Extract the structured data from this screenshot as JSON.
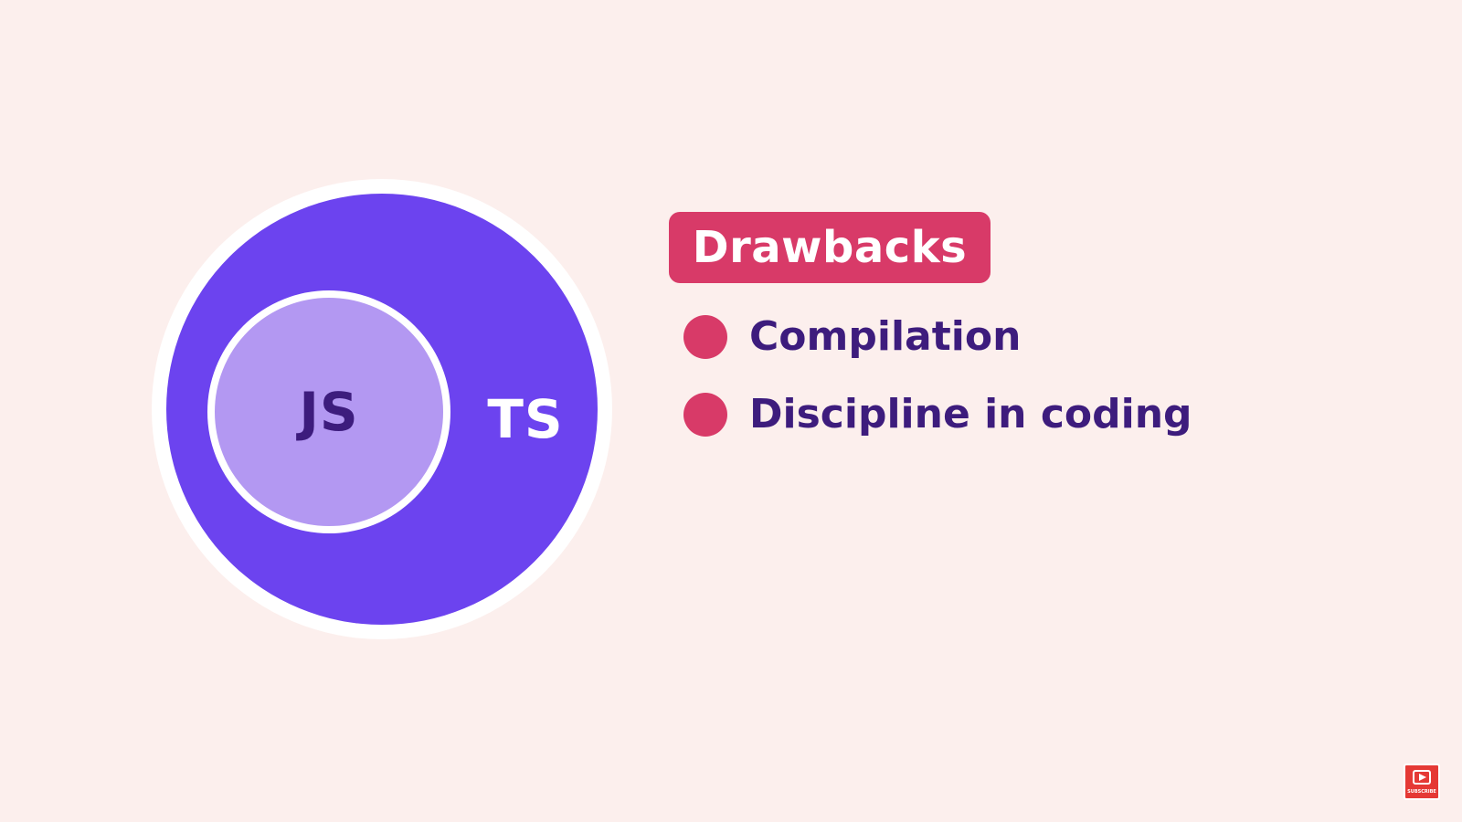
{
  "diagram": {
    "inner_label": "JS",
    "outer_label": "TS"
  },
  "drawbacks": {
    "title": "Drawbacks",
    "items": [
      "Compilation",
      "Discipline in coding"
    ]
  },
  "subscribe": {
    "label": "SUBSCRIBE",
    "icon": "play-icon"
  },
  "colors": {
    "background": "#fcefed",
    "outer_circle": "#6c43ef",
    "inner_circle": "#b398f2",
    "accent": "#d83a68",
    "text_dark": "#3d1c7d"
  }
}
